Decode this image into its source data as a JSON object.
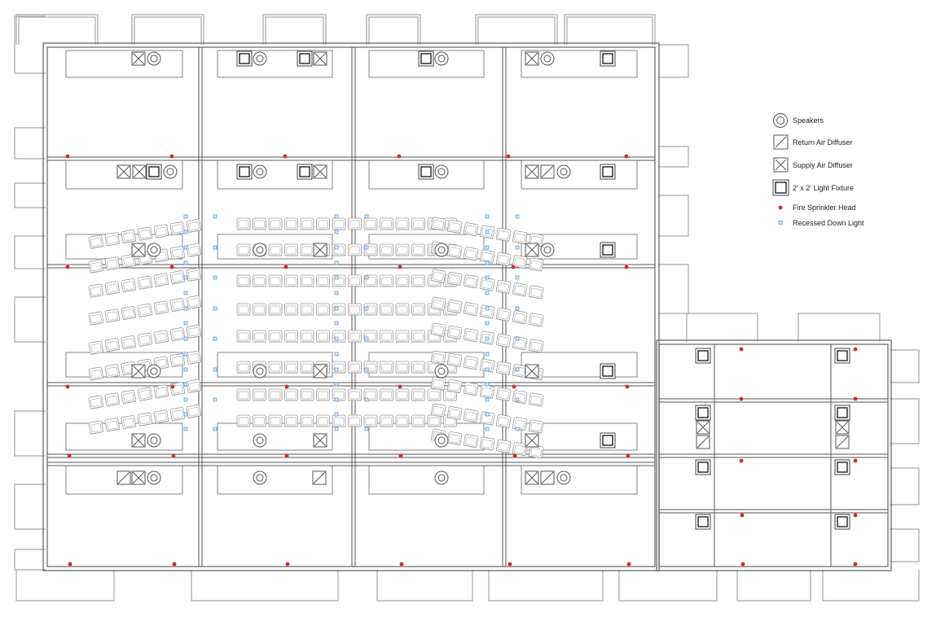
{
  "drawing": {
    "legend": {
      "speakers": "Speakers",
      "return_air_diffuser": "Return Air Diffuser",
      "supply_air_diffuser": "Supply Air Diffuser",
      "light_fixture": "2' x 2' Light Fixture",
      "fire_sprinkler_head": "Fire Sprinkler Head",
      "recessed_down_light": "Recessed Down Light"
    },
    "colors": {
      "line": "#555555",
      "light_line": "#9a9a9a",
      "sprinkler": "#d62828",
      "downlight": "#4f8fd6"
    }
  }
}
